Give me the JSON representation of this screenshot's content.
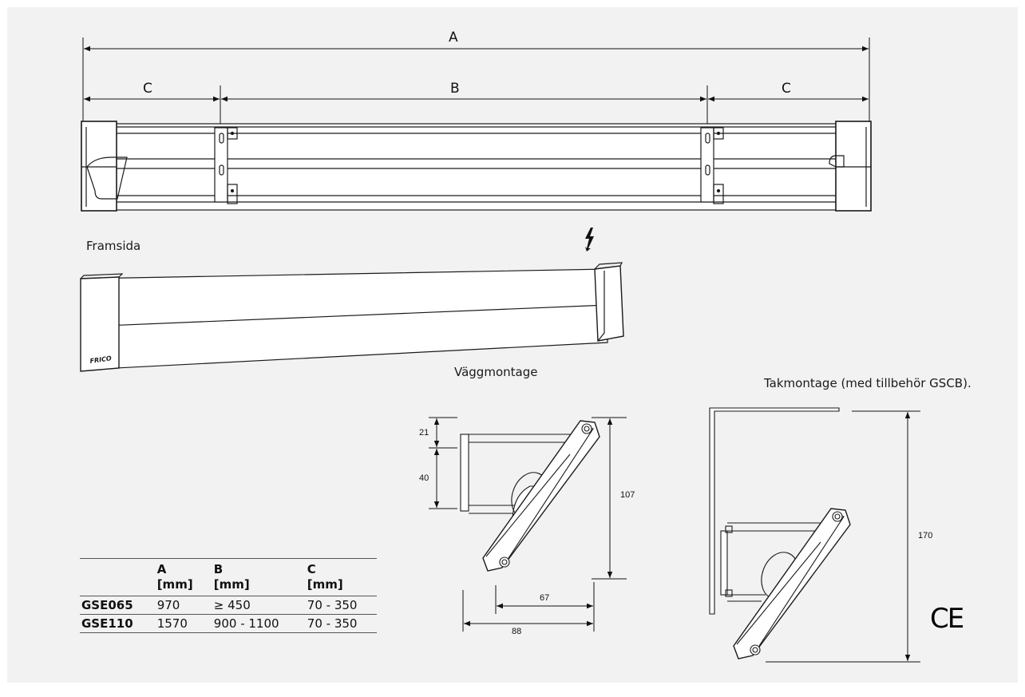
{
  "labels": {
    "dim_a": "A",
    "dim_b": "B",
    "dim_c_left": "C",
    "dim_c_right": "C",
    "front_caption": "Framsida",
    "wall_caption": "Väggmontage",
    "ceiling_caption": "Takmontage (med tillbehör GSCB).",
    "brand": "FRICO"
  },
  "wall_dimensions": {
    "top_offset": "21",
    "bracket_height": "40",
    "total_height": "107",
    "inner_depth": "67",
    "total_depth": "88"
  },
  "ceiling_dimensions": {
    "total_height": "170"
  },
  "table": {
    "headers": [
      {
        "name": "",
        "unit": ""
      },
      {
        "name": "A",
        "unit": "[mm]"
      },
      {
        "name": "B",
        "unit": "[mm]"
      },
      {
        "name": "C",
        "unit": "[mm]"
      }
    ],
    "rows": [
      {
        "model": "GSE065",
        "a": "970",
        "b": "≥ 450",
        "c": "70 - 350"
      },
      {
        "model": "GSE110",
        "a": "1570",
        "b": "900 - 1100",
        "c": "70 - 350"
      }
    ]
  },
  "marks": {
    "ce": "CE",
    "electric_icon": "lightning-bolt-icon"
  },
  "colors": {
    "background": "#f2f2f2",
    "line": "#1a1a1a"
  }
}
